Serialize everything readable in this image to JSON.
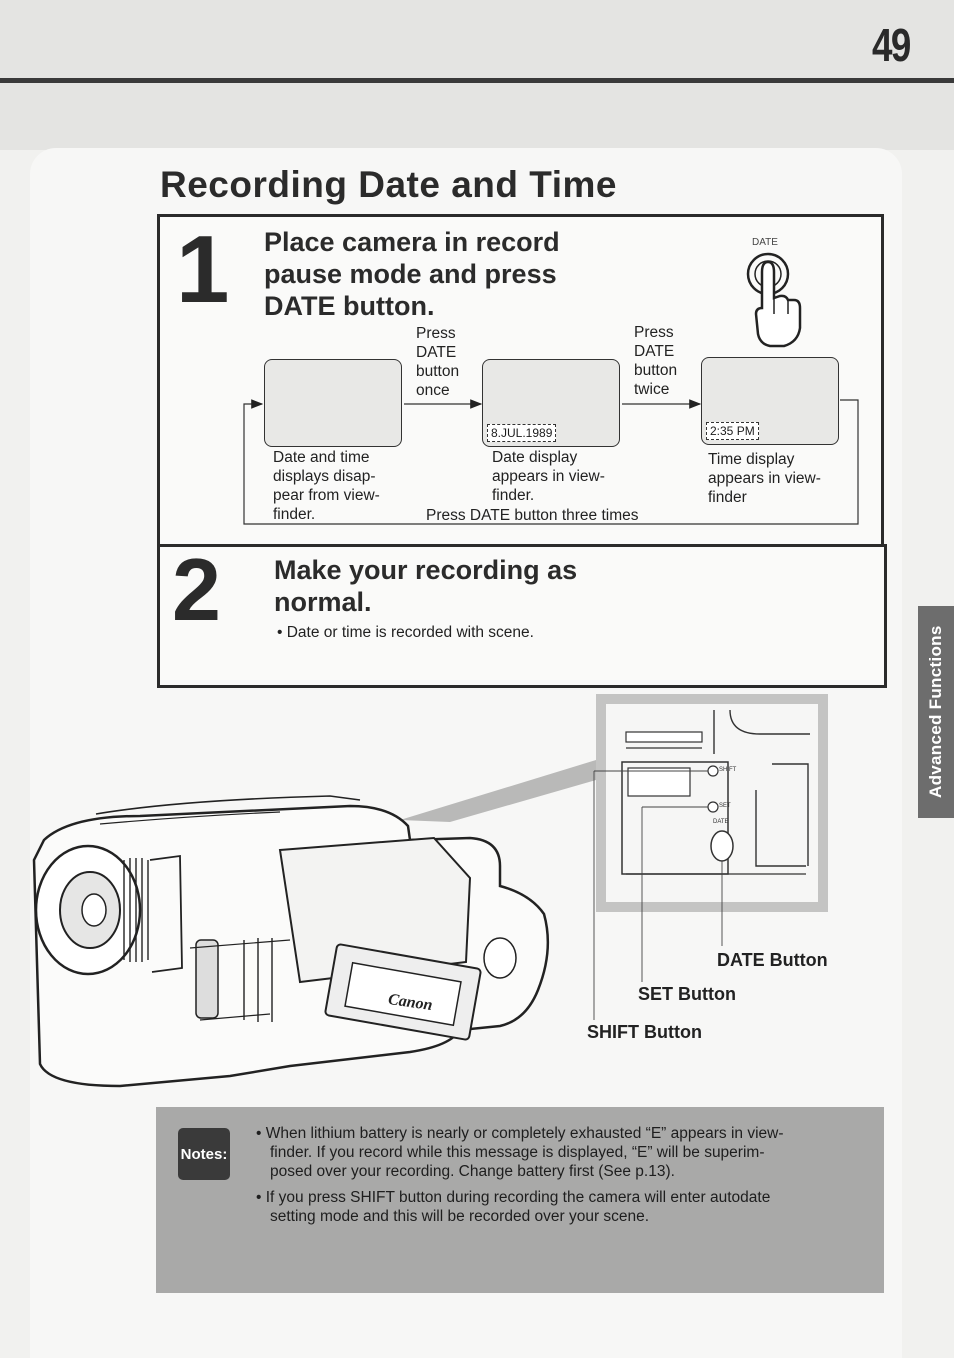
{
  "page_number": "49",
  "title": "Recording Date and Time",
  "step1": {
    "number": "1",
    "heading_lines": [
      "Place camera in record",
      "pause mode and press",
      "DATE button."
    ],
    "button_label": "DATE",
    "press_once": [
      "Press",
      "DATE",
      "button",
      "once"
    ],
    "press_twice": [
      "Press",
      "DATE",
      "button",
      "twice"
    ],
    "screens": [
      {
        "readout": "",
        "caption": [
          "Date and time",
          "displays disap-",
          "pear from view-",
          "finder."
        ]
      },
      {
        "readout": "8.JUL.1989",
        "caption": [
          "Date display",
          "appears in view-",
          "finder."
        ]
      },
      {
        "readout": "2:35 PM",
        "caption": [
          "Time display",
          "appears in view-",
          "finder"
        ]
      }
    ],
    "loop_label": "Press DATE button three times"
  },
  "step2": {
    "number": "2",
    "heading_lines": [
      "Make your recording as",
      "normal."
    ],
    "bullet": "• Date or time is recorded with scene."
  },
  "camera_figure": {
    "brand": "Canon",
    "inset_labels": {
      "shift": "SHIFT",
      "set": "SET",
      "date": "DATE"
    },
    "callouts": {
      "date": "DATE Button",
      "set": "SET Button",
      "shift": "SHIFT Button"
    }
  },
  "notes": {
    "badge": "Notes:",
    "items": [
      [
        "• When lithium battery is nearly or completely exhausted “E” appears in view-",
        "finder. If you record while this message is displayed, “E” will be superim-",
        "posed over your recording. Change battery first (See p.13)."
      ],
      [
        "• If you press SHIFT button during recording the camera will enter autodate",
        "setting mode and this will be recorded over your scene."
      ]
    ]
  },
  "side_tab": "Advanced Functions",
  "colors": {
    "ink": "#2b2b2b",
    "notes_bg": "#a9a9a8",
    "tab_bg": "#6d6d6d"
  }
}
